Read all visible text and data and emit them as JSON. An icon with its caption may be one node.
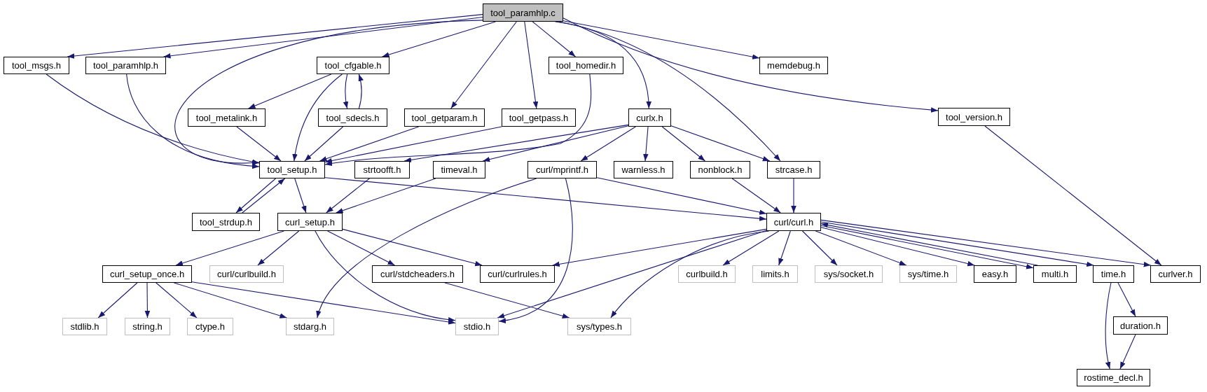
{
  "diagram": {
    "nodes": [
      {
        "text": [
          "tool_paramhlp.c"
        ]
      },
      {
        "text": [
          "tool_msgs.h"
        ]
      },
      {
        "text": [
          "tool_paramhlp.h"
        ]
      },
      {
        "text": [
          "tool_cfgable.h"
        ]
      },
      {
        "text": [
          "tool_homedir.h"
        ]
      },
      {
        "text": [
          "memdebug.h"
        ]
      },
      {
        "text": [
          "tool_metalink.h"
        ]
      },
      {
        "text": [
          "tool_sdecls.h"
        ]
      },
      {
        "text": [
          "tool_getparam.h"
        ]
      },
      {
        "text": [
          "tool_getpass.h"
        ]
      },
      {
        "text": [
          "curlx.h"
        ]
      },
      {
        "text": [
          "tool_version.h"
        ]
      },
      {
        "text": [
          "tool_setup.h"
        ]
      },
      {
        "text": [
          "strtoofft.h"
        ]
      },
      {
        "text": [
          "timeval.h"
        ]
      },
      {
        "text": [
          "curl/mprintf.h"
        ]
      },
      {
        "text": [
          "warnless.h"
        ]
      },
      {
        "text": [
          "nonblock.h"
        ]
      },
      {
        "text": [
          "strcase.h"
        ]
      },
      {
        "text": [
          "tool_strdup.h"
        ]
      },
      {
        "text": [
          "curl_setup.h"
        ]
      },
      {
        "text": [
          "curl/curl.h"
        ]
      },
      {
        "text": [
          "curl_setup_once.h"
        ]
      },
      {
        "text": [
          "curl/curlbuild.h"
        ]
      },
      {
        "text": [
          "curl/stdcheaders.h"
        ]
      },
      {
        "text": [
          "curl/curlrules.h"
        ]
      },
      {
        "text": [
          "curlbuild.h"
        ]
      },
      {
        "text": [
          "limits.h"
        ]
      },
      {
        "text": [
          "sys/socket.h"
        ]
      },
      {
        "text": [
          "sys/time.h"
        ]
      },
      {
        "text": [
          "easy.h"
        ]
      },
      {
        "text": [
          "multi.h"
        ]
      },
      {
        "text": [
          "time.h"
        ]
      },
      {
        "text": [
          "curlver.h"
        ]
      },
      {
        "text": [
          "stdlib.h"
        ]
      },
      {
        "text": [
          "string.h"
        ]
      },
      {
        "text": [
          "ctype.h"
        ]
      },
      {
        "text": [
          "stdarg.h"
        ]
      },
      {
        "text": [
          "stdio.h"
        ]
      },
      {
        "text": [
          "sys/types.h"
        ]
      },
      {
        "text": [
          "duration.h"
        ]
      },
      {
        "text": [
          "rostime_decl.h"
        ]
      }
    ],
    "edges": [
      {
        "from": 0,
        "to": 1,
        "arrow": "to"
      },
      {
        "from": 0,
        "to": 2,
        "arrow": "to"
      },
      {
        "from": 0,
        "to": 12,
        "arrow": "to"
      },
      {
        "from": 0,
        "to": 3,
        "arrow": "to"
      },
      {
        "from": 0,
        "to": 8,
        "arrow": "to"
      },
      {
        "from": 0,
        "to": 9,
        "arrow": "to"
      },
      {
        "from": 0,
        "to": 4,
        "arrow": "to"
      },
      {
        "from": 0,
        "to": 10,
        "arrow": "to"
      },
      {
        "from": 0,
        "to": 18,
        "arrow": "to"
      },
      {
        "from": 0,
        "to": 5,
        "arrow": "to"
      },
      {
        "from": 0,
        "to": 11,
        "arrow": "to"
      },
      {
        "from": 1,
        "to": 12,
        "arrow": "to"
      },
      {
        "from": 2,
        "to": 12,
        "arrow": "to"
      },
      {
        "from": 3,
        "to": 6,
        "arrow": "to"
      },
      {
        "from": 3,
        "to": 12,
        "arrow": "to"
      },
      {
        "from": 3,
        "to": 7,
        "arrow": "to"
      },
      {
        "from": 7,
        "to": 3,
        "arrow": "to"
      },
      {
        "from": 6,
        "to": 12,
        "arrow": "to"
      },
      {
        "from": 7,
        "to": 12,
        "arrow": "to"
      },
      {
        "from": 8,
        "to": 12,
        "arrow": "to"
      },
      {
        "from": 9,
        "to": 12,
        "arrow": "to"
      },
      {
        "from": 4,
        "to": 12,
        "arrow": "to"
      },
      {
        "from": 10,
        "to": 13,
        "arrow": "to"
      },
      {
        "from": 10,
        "to": 14,
        "arrow": "to"
      },
      {
        "from": 10,
        "to": 15,
        "arrow": "to"
      },
      {
        "from": 10,
        "to": 16,
        "arrow": "to"
      },
      {
        "from": 10,
        "to": 17,
        "arrow": "to"
      },
      {
        "from": 10,
        "to": 18,
        "arrow": "to"
      },
      {
        "from": 11,
        "to": 33,
        "arrow": "to"
      },
      {
        "from": 12,
        "to": 19,
        "arrow": "to"
      },
      {
        "from": 19,
        "to": 12,
        "arrow": "to"
      },
      {
        "from": 12,
        "to": 20,
        "arrow": "to"
      },
      {
        "from": 12,
        "to": 21,
        "arrow": "to"
      },
      {
        "from": 13,
        "to": 20,
        "arrow": "to"
      },
      {
        "from": 14,
        "to": 20,
        "arrow": "to"
      },
      {
        "from": 15,
        "to": 37,
        "arrow": "to"
      },
      {
        "from": 15,
        "to": 38,
        "arrow": "to"
      },
      {
        "from": 15,
        "to": 21,
        "arrow": "to"
      },
      {
        "from": 17,
        "to": 21,
        "arrow": "to"
      },
      {
        "from": 18,
        "to": 21,
        "arrow": "to"
      },
      {
        "from": 20,
        "to": 22,
        "arrow": "to"
      },
      {
        "from": 20,
        "to": 23,
        "arrow": "to"
      },
      {
        "from": 20,
        "to": 38,
        "arrow": "to"
      },
      {
        "from": 20,
        "to": 24,
        "arrow": "to"
      },
      {
        "from": 20,
        "to": 25,
        "arrow": "to"
      },
      {
        "from": 22,
        "to": 34,
        "arrow": "to"
      },
      {
        "from": 22,
        "to": 35,
        "arrow": "to"
      },
      {
        "from": 22,
        "to": 36,
        "arrow": "to"
      },
      {
        "from": 22,
        "to": 37,
        "arrow": "to"
      },
      {
        "from": 22,
        "to": 38,
        "arrow": "to"
      },
      {
        "from": 24,
        "to": 39,
        "arrow": "to"
      },
      {
        "from": 21,
        "to": 25,
        "arrow": "to"
      },
      {
        "from": 21,
        "to": 38,
        "arrow": "to"
      },
      {
        "from": 21,
        "to": 39,
        "arrow": "to"
      },
      {
        "from": 21,
        "to": 26,
        "arrow": "to"
      },
      {
        "from": 21,
        "to": 27,
        "arrow": "to"
      },
      {
        "from": 21,
        "to": 28,
        "arrow": "to"
      },
      {
        "from": 21,
        "to": 29,
        "arrow": "to"
      },
      {
        "from": 21,
        "to": 30,
        "arrow": "to"
      },
      {
        "from": 21,
        "to": 31,
        "arrow": "to"
      },
      {
        "from": 31,
        "to": 21,
        "arrow": "to"
      },
      {
        "from": 21,
        "to": 32,
        "arrow": "to"
      },
      {
        "from": 21,
        "to": 33,
        "arrow": "to"
      },
      {
        "from": 32,
        "to": 40,
        "arrow": "to"
      },
      {
        "from": 32,
        "to": 41,
        "arrow": "to"
      },
      {
        "from": 40,
        "to": 41,
        "arrow": "to"
      }
    ]
  }
}
